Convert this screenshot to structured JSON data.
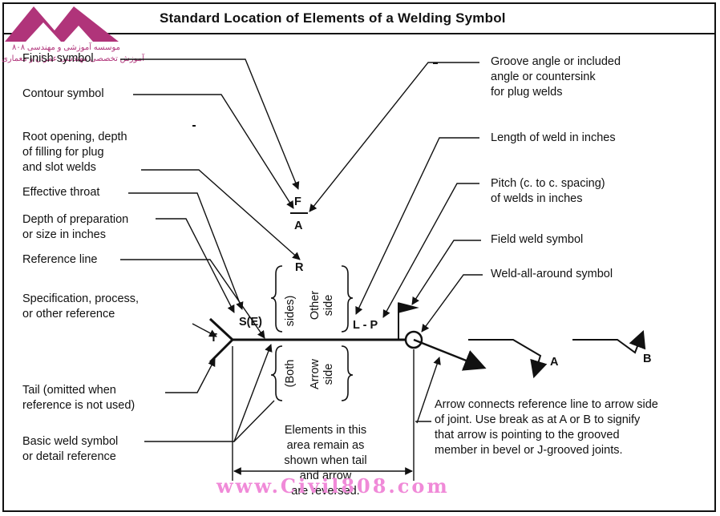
{
  "title": "Standard Location of Elements of a Welding Symbol",
  "logo": {
    "line1": "موسسه آموزشی و مهندسی ۸۰۸",
    "line2": "آموزش تخصصی مهندسی عمران و معماری"
  },
  "watermark": "www.Civil808.com",
  "left_labels": {
    "finish": "Finish symbol",
    "contour": "Contour symbol",
    "root": "Root opening, depth\nof filling for plug\nand slot welds",
    "throat": "Effective throat",
    "depth": "Depth of preparation\nor size in inches",
    "reference_line": "Reference line",
    "specification": "Specification, process,\nor other reference",
    "tail": "Tail (omitted when\nreference is not used)",
    "basic": "Basic weld symbol\nor detail reference"
  },
  "right_labels": {
    "groove": "Groove angle or included\nangle or countersink\nfor plug welds",
    "length": "Length of weld in inches",
    "pitch": "Pitch (c. to c. spacing)\nof welds in inches",
    "field": "Field weld symbol",
    "all_around": "Weld-all-around symbol"
  },
  "symbols": {
    "F": "F",
    "A_top": "A",
    "R": "R",
    "SE": "S(E)",
    "T": "T",
    "LP": "L - P",
    "A_break": "A",
    "B_break": "B"
  },
  "rotated": {
    "sides": "sides)",
    "both": "(Both",
    "other_side": "Other\nside",
    "arrow_side": "Arrow\nside"
  },
  "center_note": "Elements in this\narea remain as\nshown when tail\nand arrow\nare reversed.",
  "arrow_note": "Arrow connects reference line to arrow side\nof joint. Use break as at A or B to signify\nthat arrow is pointing to the grooved\nmember in bevel or J-grooved joints.",
  "colors": {
    "ink": "#111111",
    "logo": "#b0347a",
    "watermark": "#f08ad8"
  }
}
